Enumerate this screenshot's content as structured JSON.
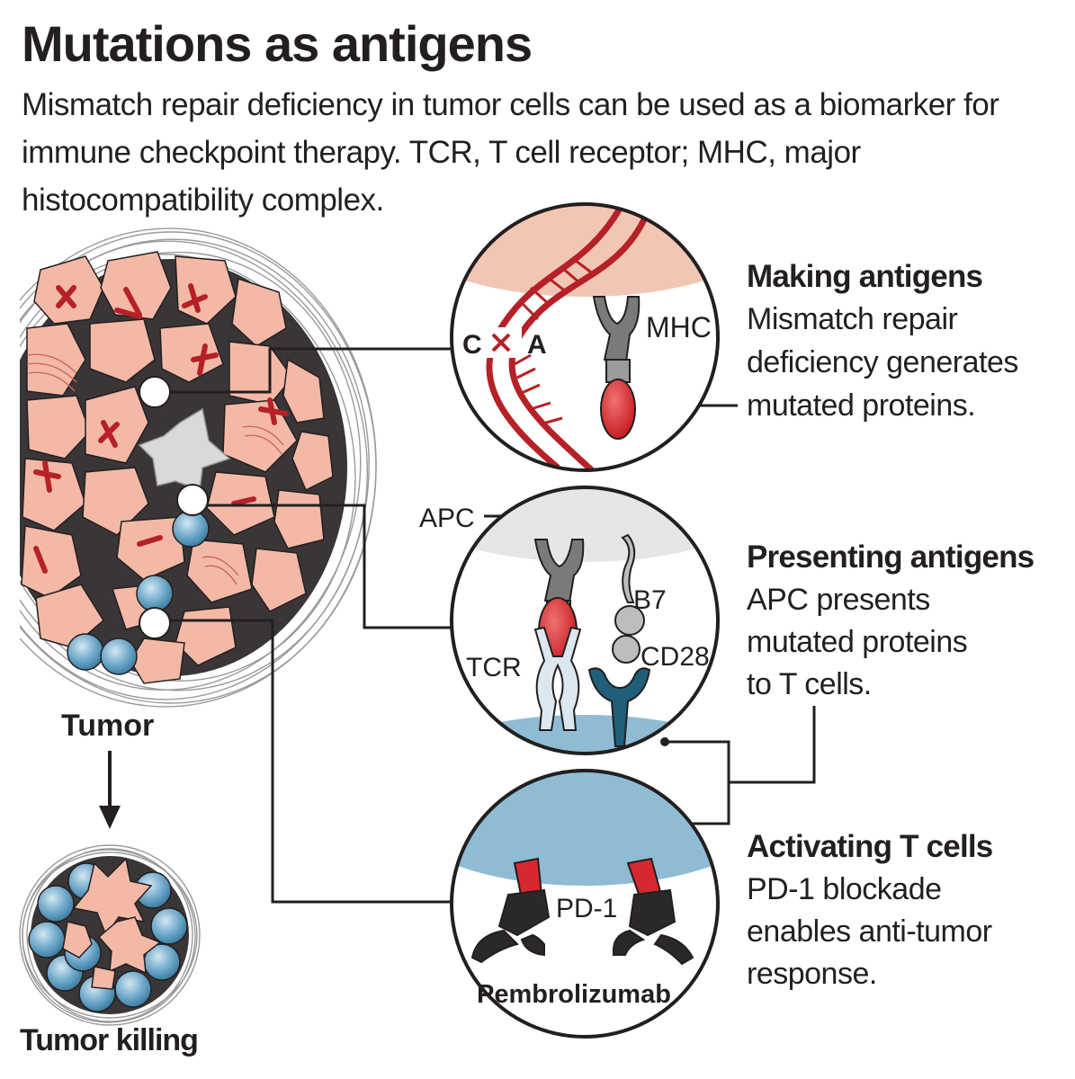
{
  "header": {
    "title": "Mutations as antigens",
    "subtitle": "Mismatch repair deficiency in tumor cells can be used as a biomarker for immune checkpoint therapy. TCR, T cell receptor; MHC, major histocompatibility complex."
  },
  "labels": {
    "tumor": "Tumor",
    "tumor_killing": "Tumor killing",
    "base_c": "C",
    "base_a": "A",
    "mhc": "MHC",
    "apc": "APC",
    "b7": "B7",
    "tcr": "TCR",
    "cd28": "CD28",
    "pd1": "PD-1",
    "pembrolizumab": "Pembrolizumab"
  },
  "sections": [
    {
      "title": "Making antigens",
      "lines": [
        "Mismatch repair",
        "deficiency generates",
        "mutated proteins."
      ]
    },
    {
      "title": "Presenting antigens",
      "lines": [
        "APC presents",
        "mutated proteins",
        "to T cells."
      ]
    },
    {
      "title": "Activating T cells",
      "lines": [
        "PD-1 blockade",
        "enables anti-tumor",
        "response."
      ]
    }
  ],
  "colors": {
    "cell_pink": "#f4b9a6",
    "mutation_red": "#b52126",
    "antigen_red": "#d7282f",
    "t_cell_blue": "#8fbcd4",
    "cd28_teal": "#1f5f7a",
    "outline": "#231f20"
  }
}
